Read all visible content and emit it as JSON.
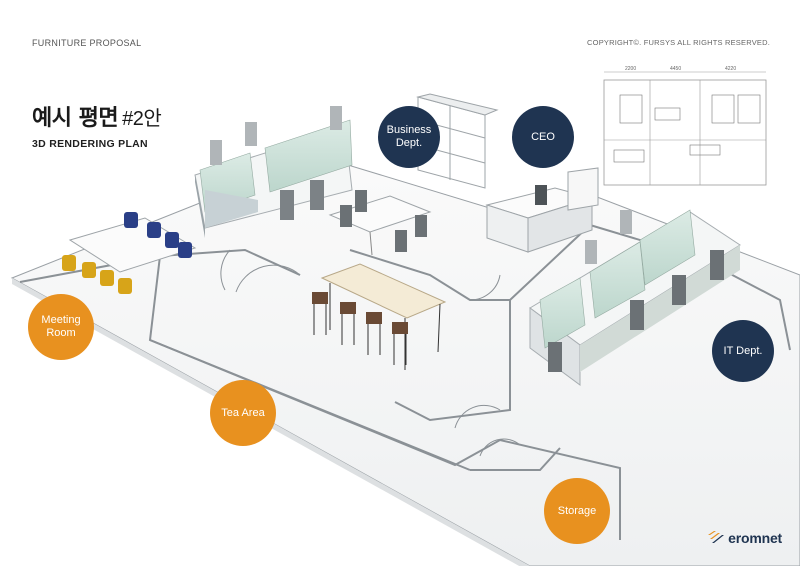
{
  "header": {
    "left": "FURNITURE PROPOSAL",
    "right": "COPYRIGHT©. FURSYS ALL RIGHTS RESERVED."
  },
  "title": {
    "main": "예시 평면",
    "suffix": "#2안",
    "sub": "3D RENDERING PLAN"
  },
  "floorplan": {
    "dimensions": [
      "2200",
      "4450",
      "4220"
    ]
  },
  "zones": {
    "business": "Business\nDept.",
    "ceo": "CEO",
    "it": "IT Dept.",
    "meeting": "Meeting\nRoom",
    "tea": "Tea Area",
    "storage": "Storage"
  },
  "colors": {
    "navy": "#1f3451",
    "orange": "#e8911f",
    "panel": "#cfe3dc",
    "floor": "#f4f5f6"
  },
  "logo": {
    "text": "eromnet",
    "icon": "stripes-icon"
  }
}
